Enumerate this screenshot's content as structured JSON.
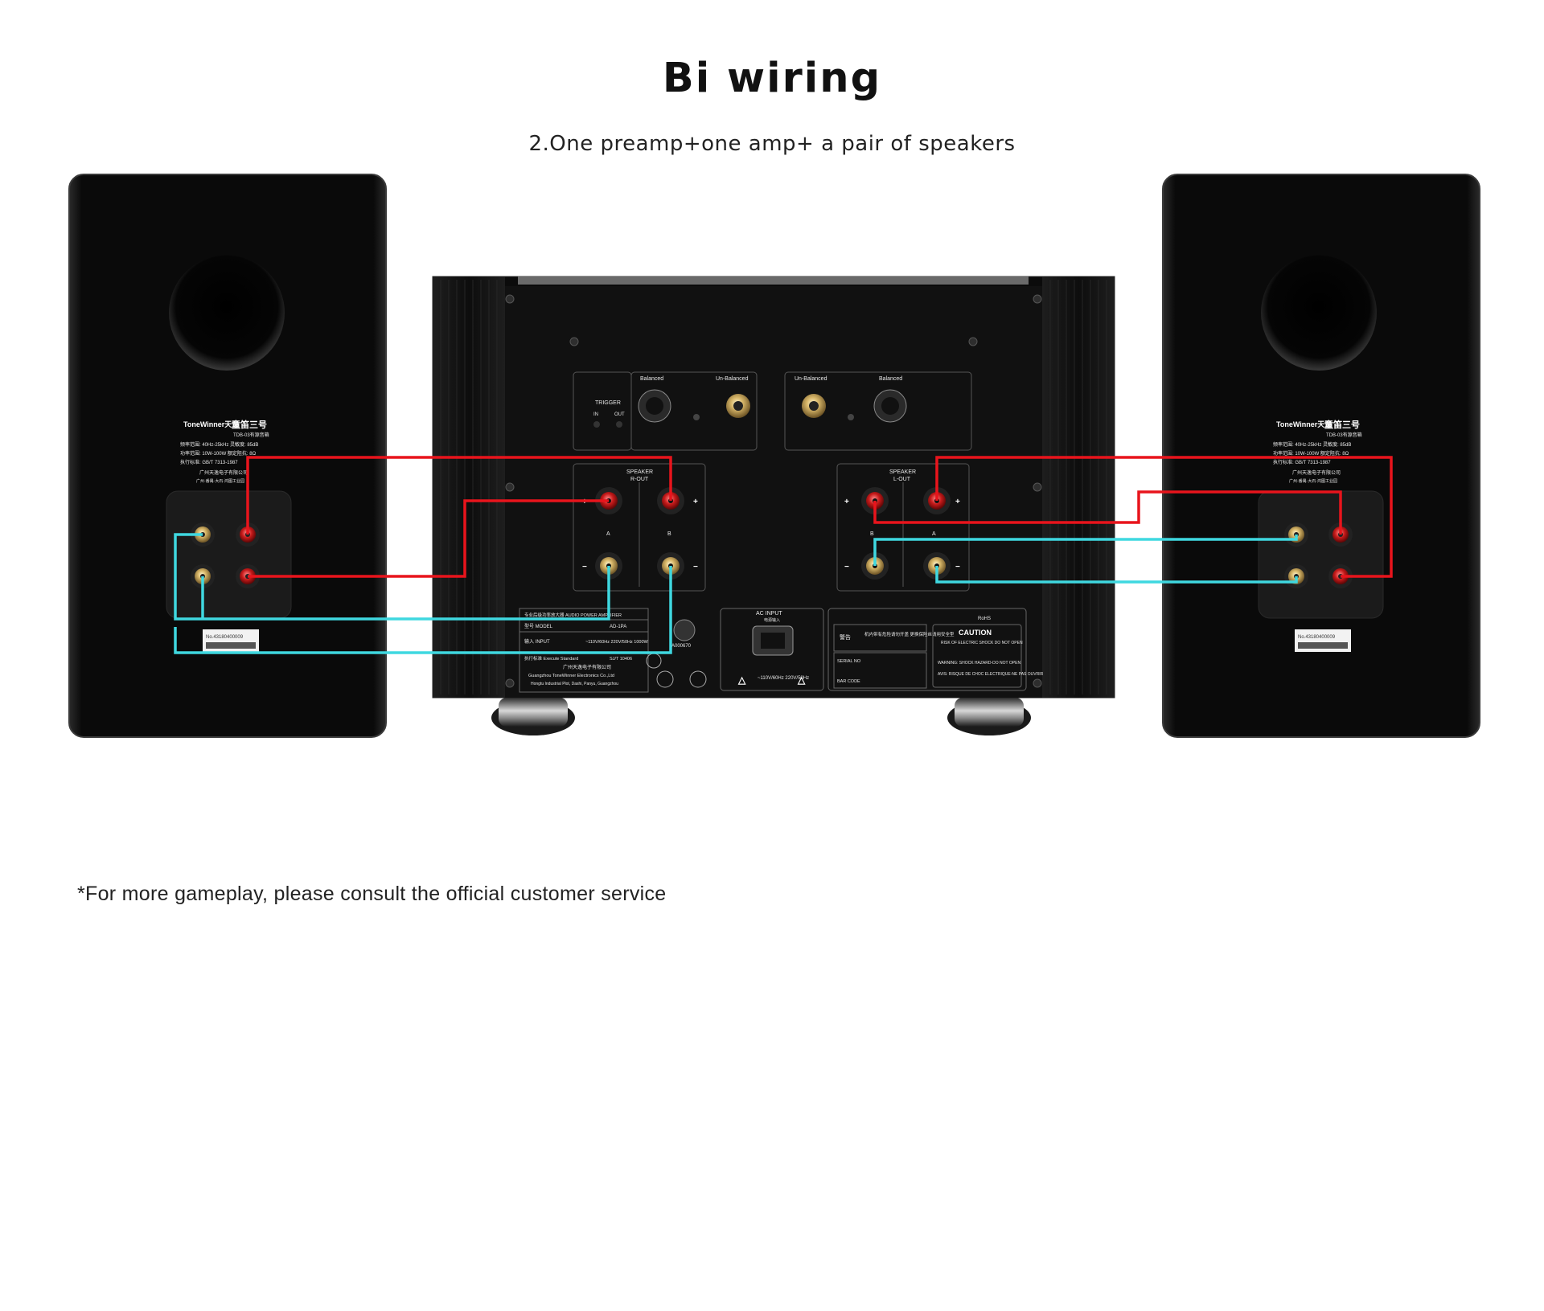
{
  "title": "Bi wiring",
  "subtitle": "2.One preamp+one amp+ a pair of speakers",
  "footnote": "*For more gameplay, please consult the official customer service",
  "colors": {
    "positive_wire": "#e8141c",
    "negative_wire": "#3fd8e0",
    "device_body": "#0b0b0b",
    "background": "#ffffff"
  },
  "speaker_label": {
    "brand": "ToneWinner天逸",
    "model_cn": "童笛三号",
    "model_code": "TDB-03有源音箱",
    "line1": "频率范围: 40Hz-25kHz   灵敏度: 85dB",
    "line2": "功率范围: 10W-100W   额定阻抗: 8Ω",
    "line3": "执行标准: GB/T 7313-1987",
    "company_cn": "广州天逸电子有限公司",
    "address_cn": "广州·番禺·大石·鸿图工业园",
    "serial_no": "No.43180400009"
  },
  "amplifier": {
    "trigger_label": "TRIGGER",
    "trigger_in": "IN",
    "trigger_out": "OUT",
    "balanced": "Balanced",
    "unbalanced": "Un-Balanced",
    "speaker_r": "SPEAKER",
    "speaker_r_sub": "R-OUT",
    "speaker_l": "SPEAKER",
    "speaker_l_sub": "L-OUT",
    "term_a": "A",
    "term_b": "B",
    "plus": "+",
    "minus": "−",
    "ac_input": "AC INPUT",
    "ac_input_cn": "电源输入",
    "voltage": "~110V/60Hz 220V/50Hz",
    "caution": "CAUTION",
    "caution_sub": "RISK OF ELECTRIC SHOCK DO NOT OPEN",
    "warning": "WARNING: SHOCK HAZARD-DO NOT OPEN",
    "avis": "AVIS: RISQUE DE CHOC ELECTRIQUE-NE PAS OUVRIR",
    "rohs": "RoHS",
    "serial": "SERIAL NO",
    "barcode": "BAR CODE",
    "model_title": "专业后级功率放大器  AUDIO POWER AMPLIFIER",
    "model_label": "型号 MODEL",
    "model_value": "AD-1PA",
    "input_label": "输入 INPUT",
    "input_value": "~110V/60Hz 220V/50Hz 1000W",
    "standard_label": "执行标准 Execute Standard",
    "standard_value": "SJ/T 10406",
    "maker_cn": "广州天逸电子有限公司",
    "maker_en": "Guangzhou ToneWinner Electronics Co.,Ltd",
    "address": "Hongtu Industrial Plot, Dashi, Panyu, Guangzhou",
    "cert": "A000670",
    "warn_cn": "警告",
    "warn_text_cn": "机内带有危险请勿开盖 更换保险丝请用安全型"
  }
}
